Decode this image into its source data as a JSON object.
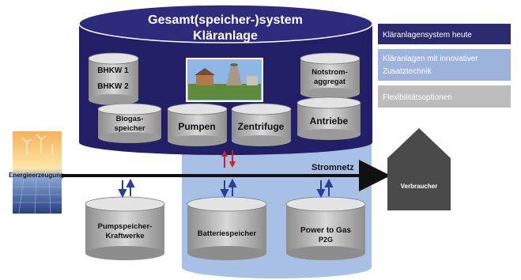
{
  "main_system": {
    "title_line1": "Gesamt(speicher-)system",
    "title_line2": "Kläranlage"
  },
  "components": {
    "bhkw1": "BHKW 1",
    "bhkw2": "BHKW 2",
    "biogas_line1": "Biogas-",
    "biogas_line2": "speicher",
    "notstrom_line1": "Notstrom-",
    "notstrom_line2": "aggregat",
    "pumpen": "Pumpen",
    "zentrifuge": "Zentrifuge",
    "antriebe": "Antriebe"
  },
  "storage": {
    "pumpspeicher_line1": "Pumpspeicher-",
    "pumpspeicher_line2": "Kraftwerke",
    "batterie": "Batteriespeicher",
    "p2g_line1": "Power to Gas",
    "p2g_line2": "P2G"
  },
  "flow": {
    "energie": "Energieerzeugung",
    "stromnetz": "Stromnetz",
    "verbraucher": "Verbraucher"
  },
  "legend": [
    {
      "label": "Kläranlagensystem heute",
      "color": "#2b2a6e"
    },
    {
      "label": "Kläranlagen mit innovativer Zusatztechnik",
      "color": "#9db3dc"
    },
    {
      "label": "Flexibilitätsoptionen",
      "color": "#bcbcbc"
    }
  ],
  "colors": {
    "navy": "#221f66",
    "light_blue": "#a9c0e6",
    "gray": "#c2c2c2",
    "house": "#4a4a4a"
  }
}
